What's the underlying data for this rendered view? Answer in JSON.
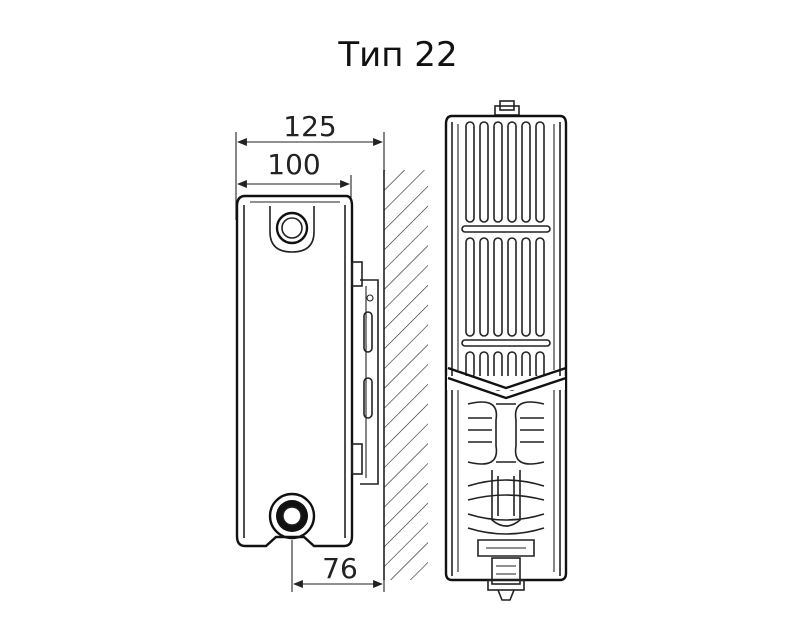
{
  "title": "Тип 22",
  "dimensions": {
    "overall_depth": "125",
    "panel_depth": "100",
    "wall_offset": "76"
  }
}
